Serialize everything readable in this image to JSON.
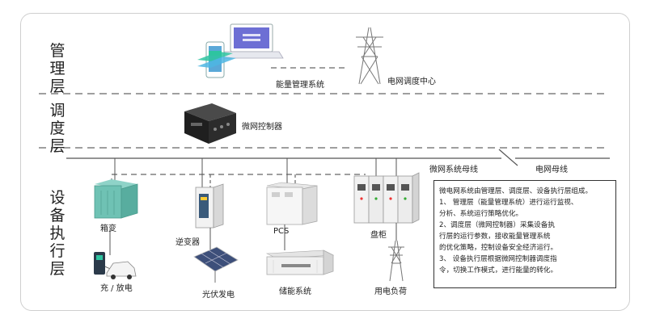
{
  "layers": {
    "management": "管理层",
    "dispatch": "调度层",
    "execution": "设备执行层"
  },
  "components": {
    "ems": "能量管理系统",
    "grid_center": "电网调度中心",
    "mg_controller": "微网控制器",
    "mg_bus": "微网系统母线",
    "grid_bus": "电网母线",
    "transformer": "箱变",
    "inverter": "逆变器",
    "pcs": "PCS",
    "panel": "盘柜",
    "charging": "充 / 放电",
    "pv": "光伏发电",
    "storage": "储能系统",
    "load": "用电负荷"
  },
  "description": {
    "lines": [
      "微电网系统由管理层、调度层、设备执行层组成。",
      "1、 管理层（能量管理系统）进行运行监视、",
      "分析、系统运行策略优化。",
      "2、调度层（微网控制器）采集设备执",
      "行层的运行参数，接收能量管理系统",
      "的优化策略，控制设备安全经济运行。",
      "3、 设备执行层根据微网控制器调度指",
      "令，切换工作模式，进行能量的转化。"
    ]
  },
  "colors": {
    "line": "#555555",
    "dashed": "#666666",
    "cabinet_green": "#6fc2b4",
    "controller": "#2a2a2a"
  }
}
